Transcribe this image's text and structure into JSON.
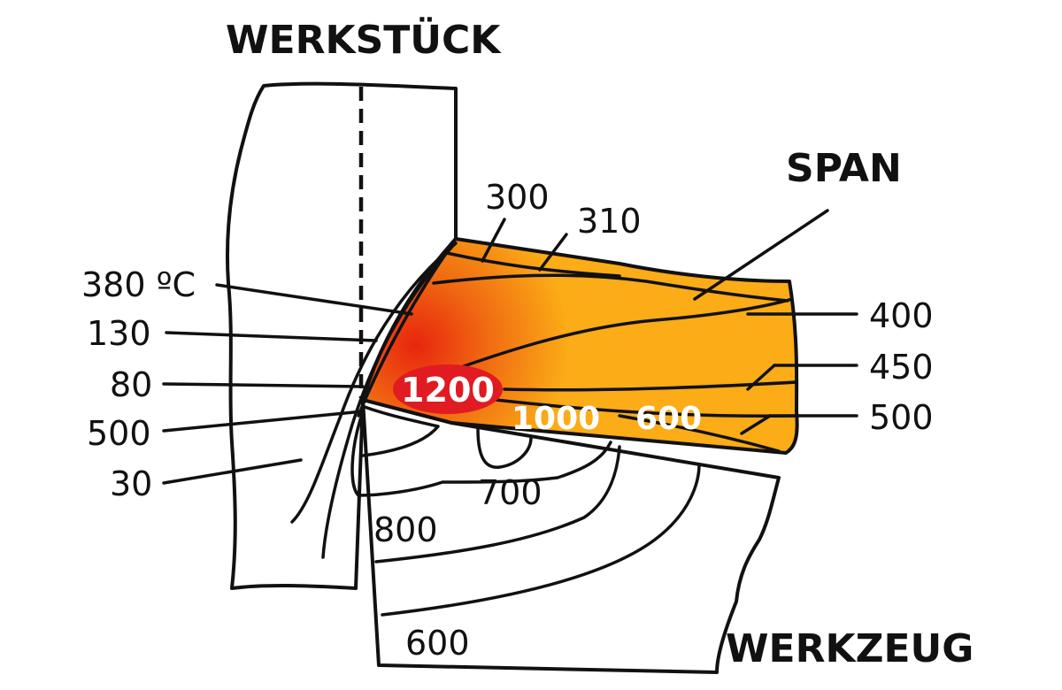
{
  "titles": {
    "workpiece": "WERKSTÜCK",
    "chip": "SPAN",
    "tool": "WERKZEUG"
  },
  "left_labels": [
    "380 ºC",
    "130",
    "80",
    "500",
    "30"
  ],
  "right_labels": [
    "400",
    "450",
    "500"
  ],
  "top_labels": [
    "300",
    "310"
  ],
  "zone_labels": {
    "hot": "1200",
    "chip_1000": "1000",
    "chip_600": "600"
  },
  "tool_labels": [
    "700",
    "800",
    "600"
  ],
  "colors": {
    "chip_fill": "#fbac16",
    "hot_core": "#e8250e",
    "hot_badge": "#e01b22",
    "line": "#111111"
  }
}
